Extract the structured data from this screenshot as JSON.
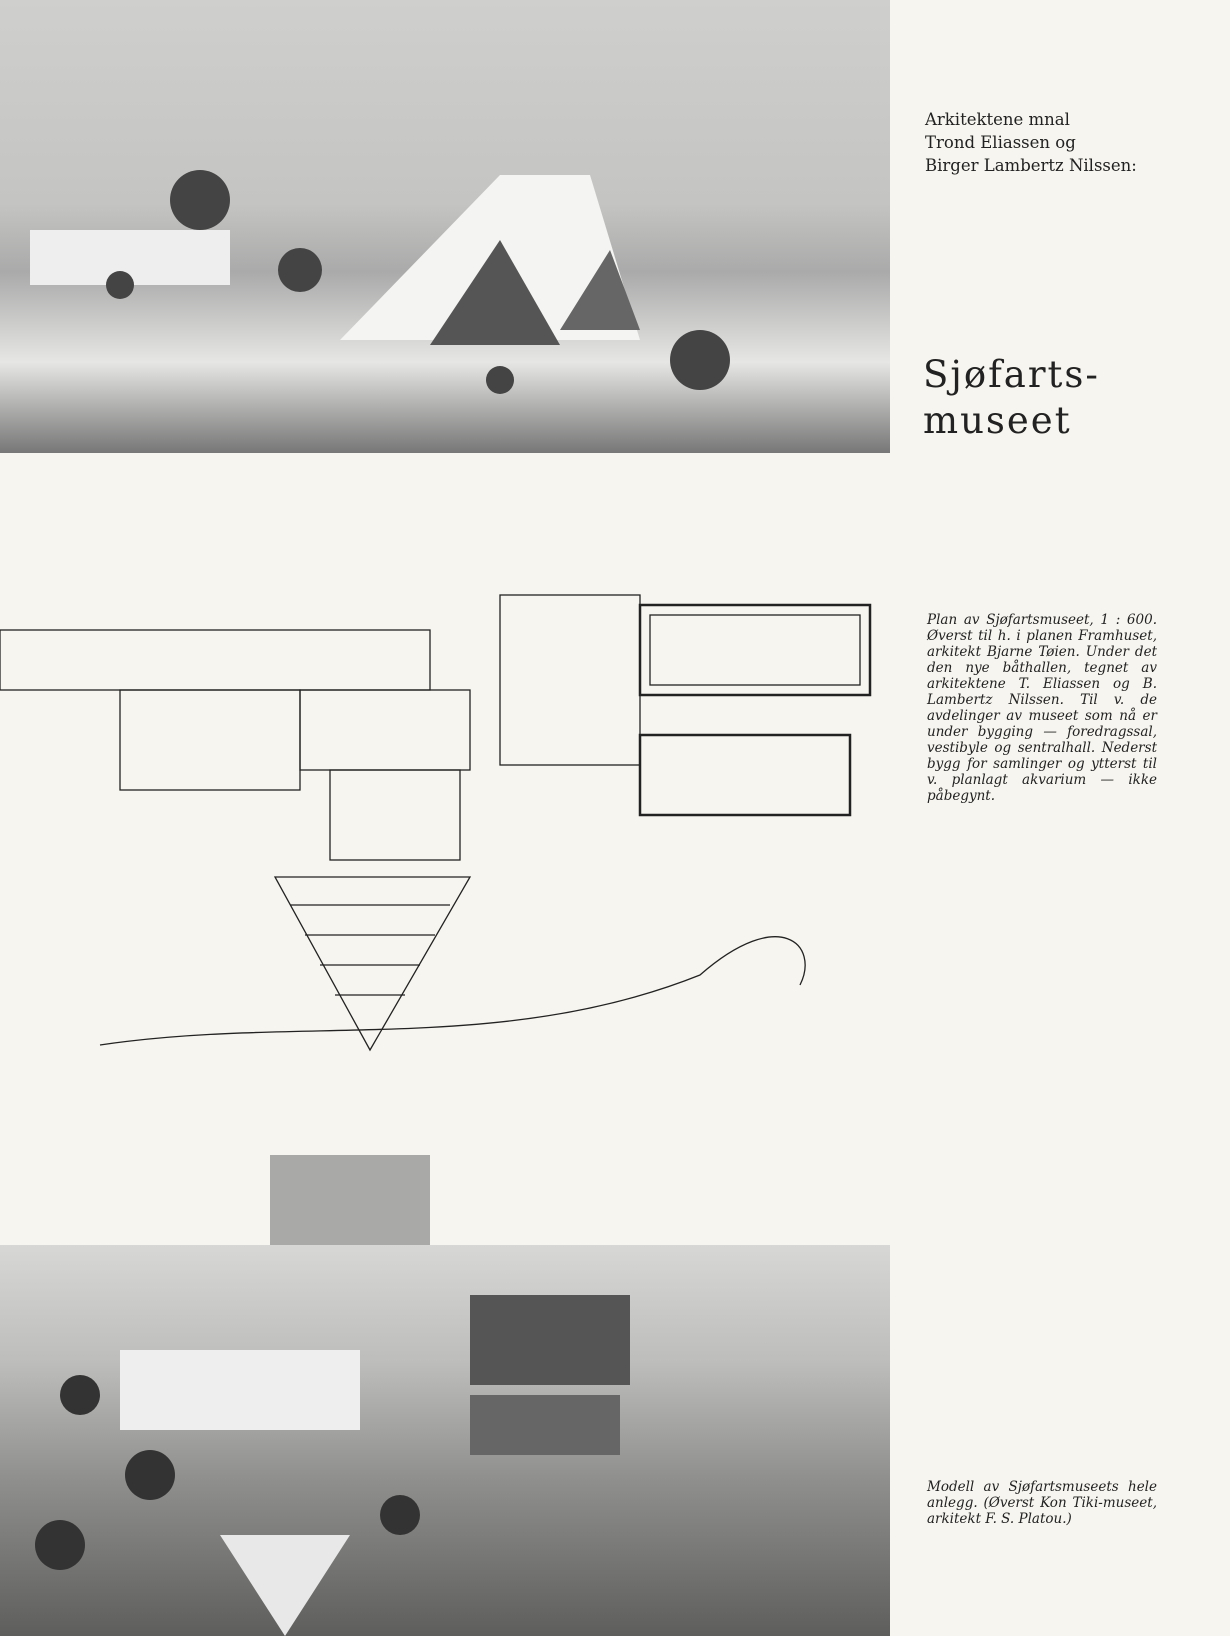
{
  "authors": [
    "Arkitektene mnal",
    "Trond Eliassen og",
    "Birger Lambertz Nilssen:"
  ],
  "title": [
    "Sjøfarts-",
    "museet"
  ],
  "plan_caption": "Plan av Sjøfartsmuseet, 1 : 600. Øverst til h. i planen Framhuset, arkitekt Bjarne Tøien. Under det den nye båthallen, tegnet av arkitektene T. Eliassen og B. Lambertz Nilssen. Til v. de avdelinger av museet som nå er under bygging — foredragssal, vestibyle og sentralhall. Nederst bygg for samlinger og ytterst til v. planlagt akvarium — ikke påbegynt.",
  "model_caption": "Modell av Sjøfartsmuseets hele anlegg. (Øverst Kon Tiki-museet, arkitekt F. S. Platou.)"
}
